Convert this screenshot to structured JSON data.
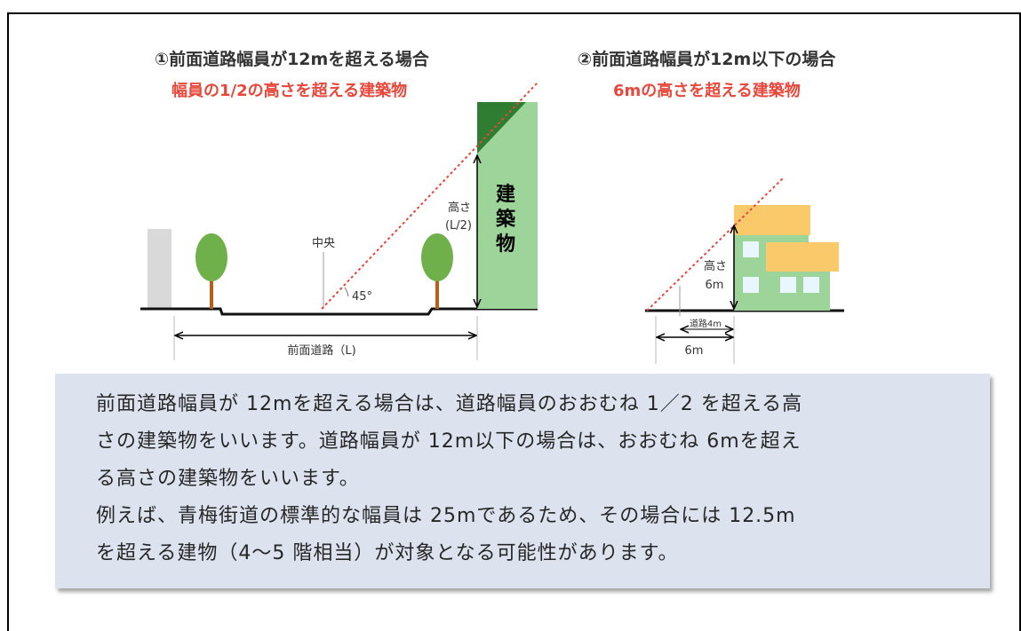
{
  "case1": {
    "title": "①前面道路幅員が12mを超える場合",
    "subtitle": "幅員の1/2の高さを超える建築物",
    "center_label": "中央",
    "angle_label": "45°",
    "height_label_line1": "高さ",
    "height_label_line2": "(L/2)",
    "building_label": [
      "建",
      "築",
      "物"
    ],
    "road_label": "前面道路（L)"
  },
  "case2": {
    "title": "②前面道路幅員が12m以下の場合",
    "subtitle": "6mの高さを超える建築物",
    "height_label_line1": "高さ",
    "height_label_line2": "6m",
    "road_label": "道路4m",
    "distance_label": "6m"
  },
  "caption": {
    "lines": [
      "前面道路幅員が 12mを超える場合は、道路幅員のおおむね 1／2 を超える高",
      "さの建築物をいいます。道路幅員が 12m以下の場合は、おおむね 6mを超え",
      "る高さの建築物をいいます。",
      "例えば、青梅街道の標準的な幅員は 25mであるため、その場合には 12.5m",
      "を超える建物（4〜5 階相当）が対象となる可能性があります。"
    ]
  },
  "colors": {
    "accent_red": "#e8473b",
    "building_green": "#9dd49a",
    "dark_green": "#2f7d32",
    "tree_green": "#6fb04a",
    "house_yellow": "#f9c96a",
    "caption_bg": "#dce3ef"
  }
}
